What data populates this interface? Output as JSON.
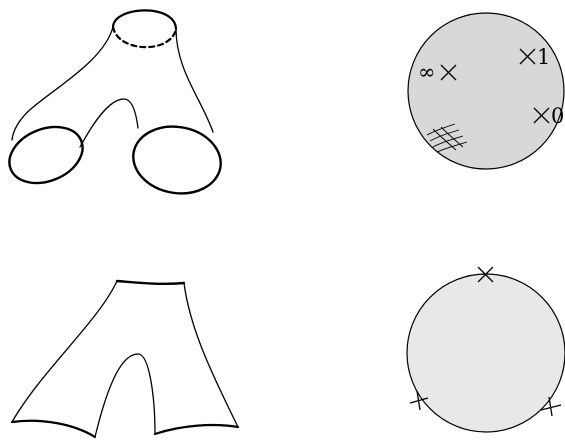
{
  "colors": {
    "stroke": "#000000",
    "disk_top_fill": "#d8d8d8",
    "disk_bottom_fill": "#e8e8e8",
    "background": "#ffffff"
  },
  "top_disk": {
    "marked_points": [
      {
        "label": "∞",
        "mark": "cross"
      },
      {
        "label": "1",
        "mark": "cross"
      },
      {
        "label": "0",
        "mark": "cross"
      }
    ],
    "hatch": "crossed-lines"
  },
  "bottom_disk": {
    "boundary_marks": [
      "cross",
      "plus",
      "plus"
    ]
  }
}
